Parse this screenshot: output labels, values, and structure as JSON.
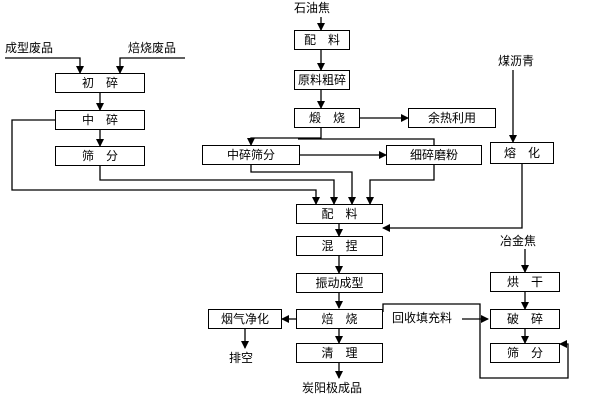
{
  "inputs": {
    "petroleum_coke": "石油焦",
    "formed_waste": "成型废品",
    "roasted_waste": "焙烧废品",
    "coal_pitch": "煤沥青",
    "met_coke": "冶金焦"
  },
  "steps": {
    "batching_top": "配　料",
    "raw_crush": "原料粗碎",
    "calcine": "煅　烧",
    "waste_heat": "余热利用",
    "primary_crush": "初　碎",
    "mid_crush_left": "中　碎",
    "screen_left": "筛　分",
    "mid_crush_screen": "中碎筛分",
    "fine_grind": "细碎磨粉",
    "melt": "熔　化",
    "batching_mid": "配　料",
    "kneading": "混　捏",
    "vibro_forming": "振动成型",
    "roasting": "焙　烧",
    "flue_gas": "烟气净化",
    "cleaning": "清　理",
    "dry": "烘　干",
    "crush_right": "破　碎",
    "screen_right": "筛　分"
  },
  "labels": {
    "exhaust": "排空",
    "recycled_packing": "回收填充料",
    "final_product": "炭阳极成品"
  }
}
